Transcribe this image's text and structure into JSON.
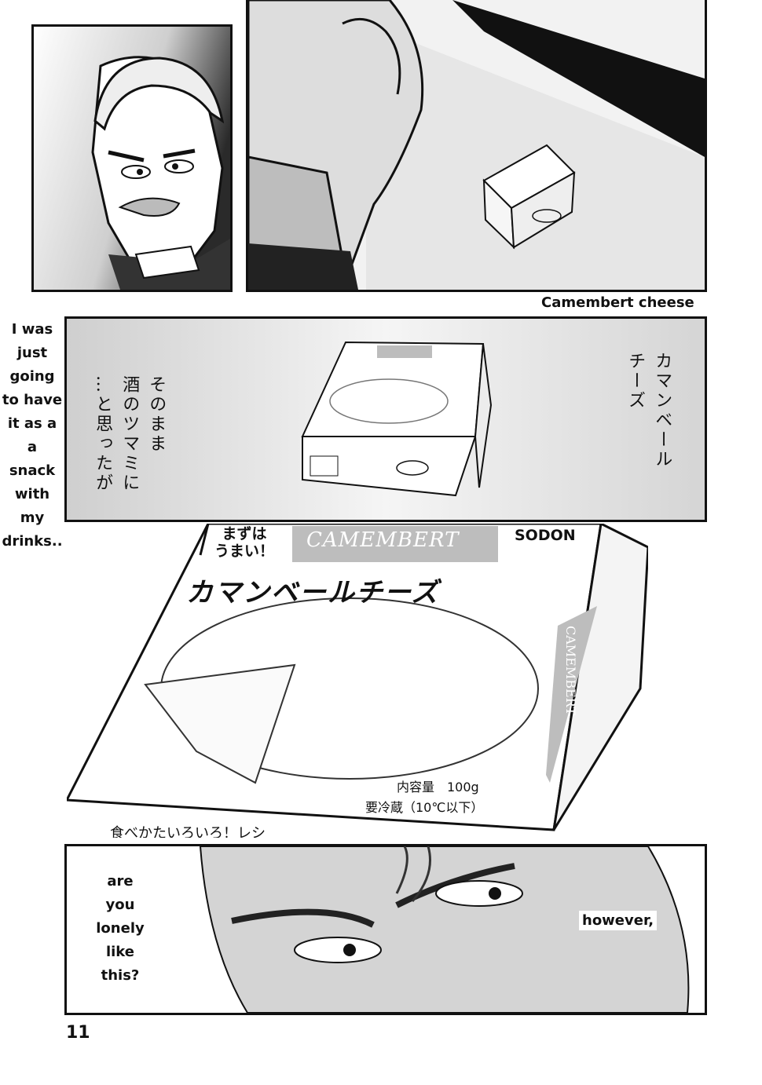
{
  "captions": {
    "camembert_cheese": "Camembert cheese",
    "snack_left": [
      "I was",
      "just",
      "going",
      "to have",
      "it as a",
      "a",
      "snack",
      "with",
      "my",
      "drinks.."
    ],
    "are_you_lonely": [
      "are",
      "you",
      "lonely",
      "like",
      "this?"
    ],
    "however": "however,"
  },
  "japanese": {
    "camembert_vertical": [
      "カマンベール",
      "チーズ"
    ],
    "sonomama_vertical": [
      "そのまま",
      "酒のツマミに",
      "…と思ったが"
    ]
  },
  "box": {
    "tag": [
      "まずは",
      "うまい！"
    ],
    "brand_strip": "CAMEMBERT",
    "maker": "SODON",
    "product_name": "カマンベールチーズ",
    "contents": "内容量　100g",
    "refrigerate": "要冷蔵（10℃以下）",
    "side_strip": "CAMEMBERT",
    "bottom_text": "食べかたいろいろ！レシピはこちら"
  },
  "page_number": "11"
}
